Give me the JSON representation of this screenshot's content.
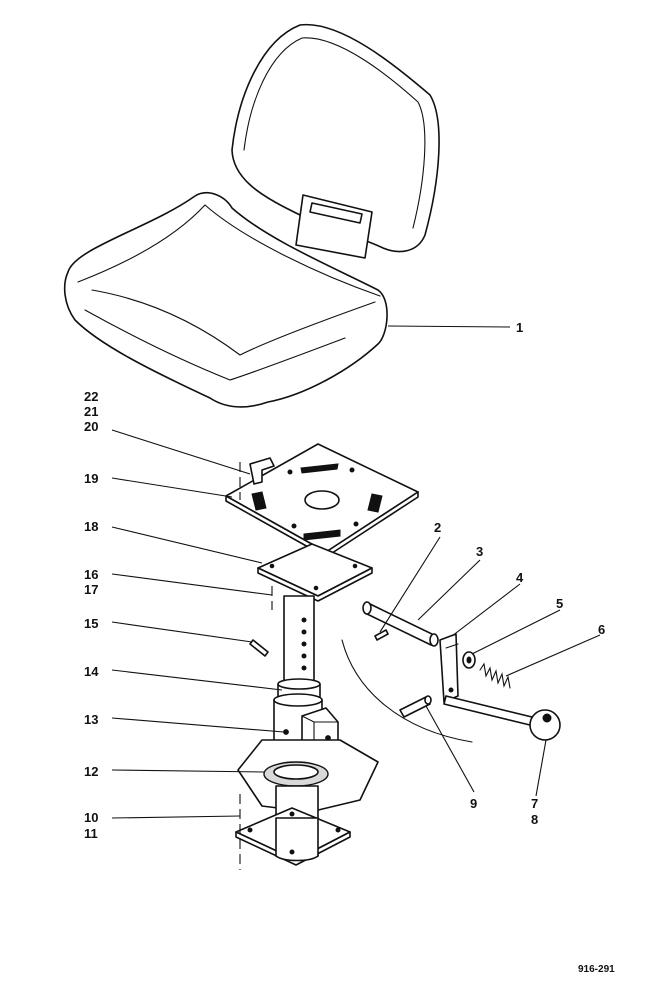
{
  "diagram": {
    "document_ref": "916-291",
    "callouts": [
      {
        "id": "c1",
        "label": "1"
      },
      {
        "id": "c2",
        "label": "2"
      },
      {
        "id": "c3",
        "label": "3"
      },
      {
        "id": "c4",
        "label": "4"
      },
      {
        "id": "c5",
        "label": "5"
      },
      {
        "id": "c6",
        "label": "6"
      },
      {
        "id": "c7",
        "label": "7"
      },
      {
        "id": "c8",
        "label": "8"
      },
      {
        "id": "c9",
        "label": "9"
      },
      {
        "id": "c10",
        "label": "10"
      },
      {
        "id": "c11",
        "label": "11"
      },
      {
        "id": "c12",
        "label": "12"
      },
      {
        "id": "c13",
        "label": "13"
      },
      {
        "id": "c14",
        "label": "14"
      },
      {
        "id": "c15",
        "label": "15"
      },
      {
        "id": "c16",
        "label": "16"
      },
      {
        "id": "c17",
        "label": "17"
      },
      {
        "id": "c18",
        "label": "18"
      },
      {
        "id": "c19",
        "label": "19"
      },
      {
        "id": "c20",
        "label": "20"
      },
      {
        "id": "c21",
        "label": "21"
      },
      {
        "id": "c22",
        "label": "22"
      }
    ]
  }
}
